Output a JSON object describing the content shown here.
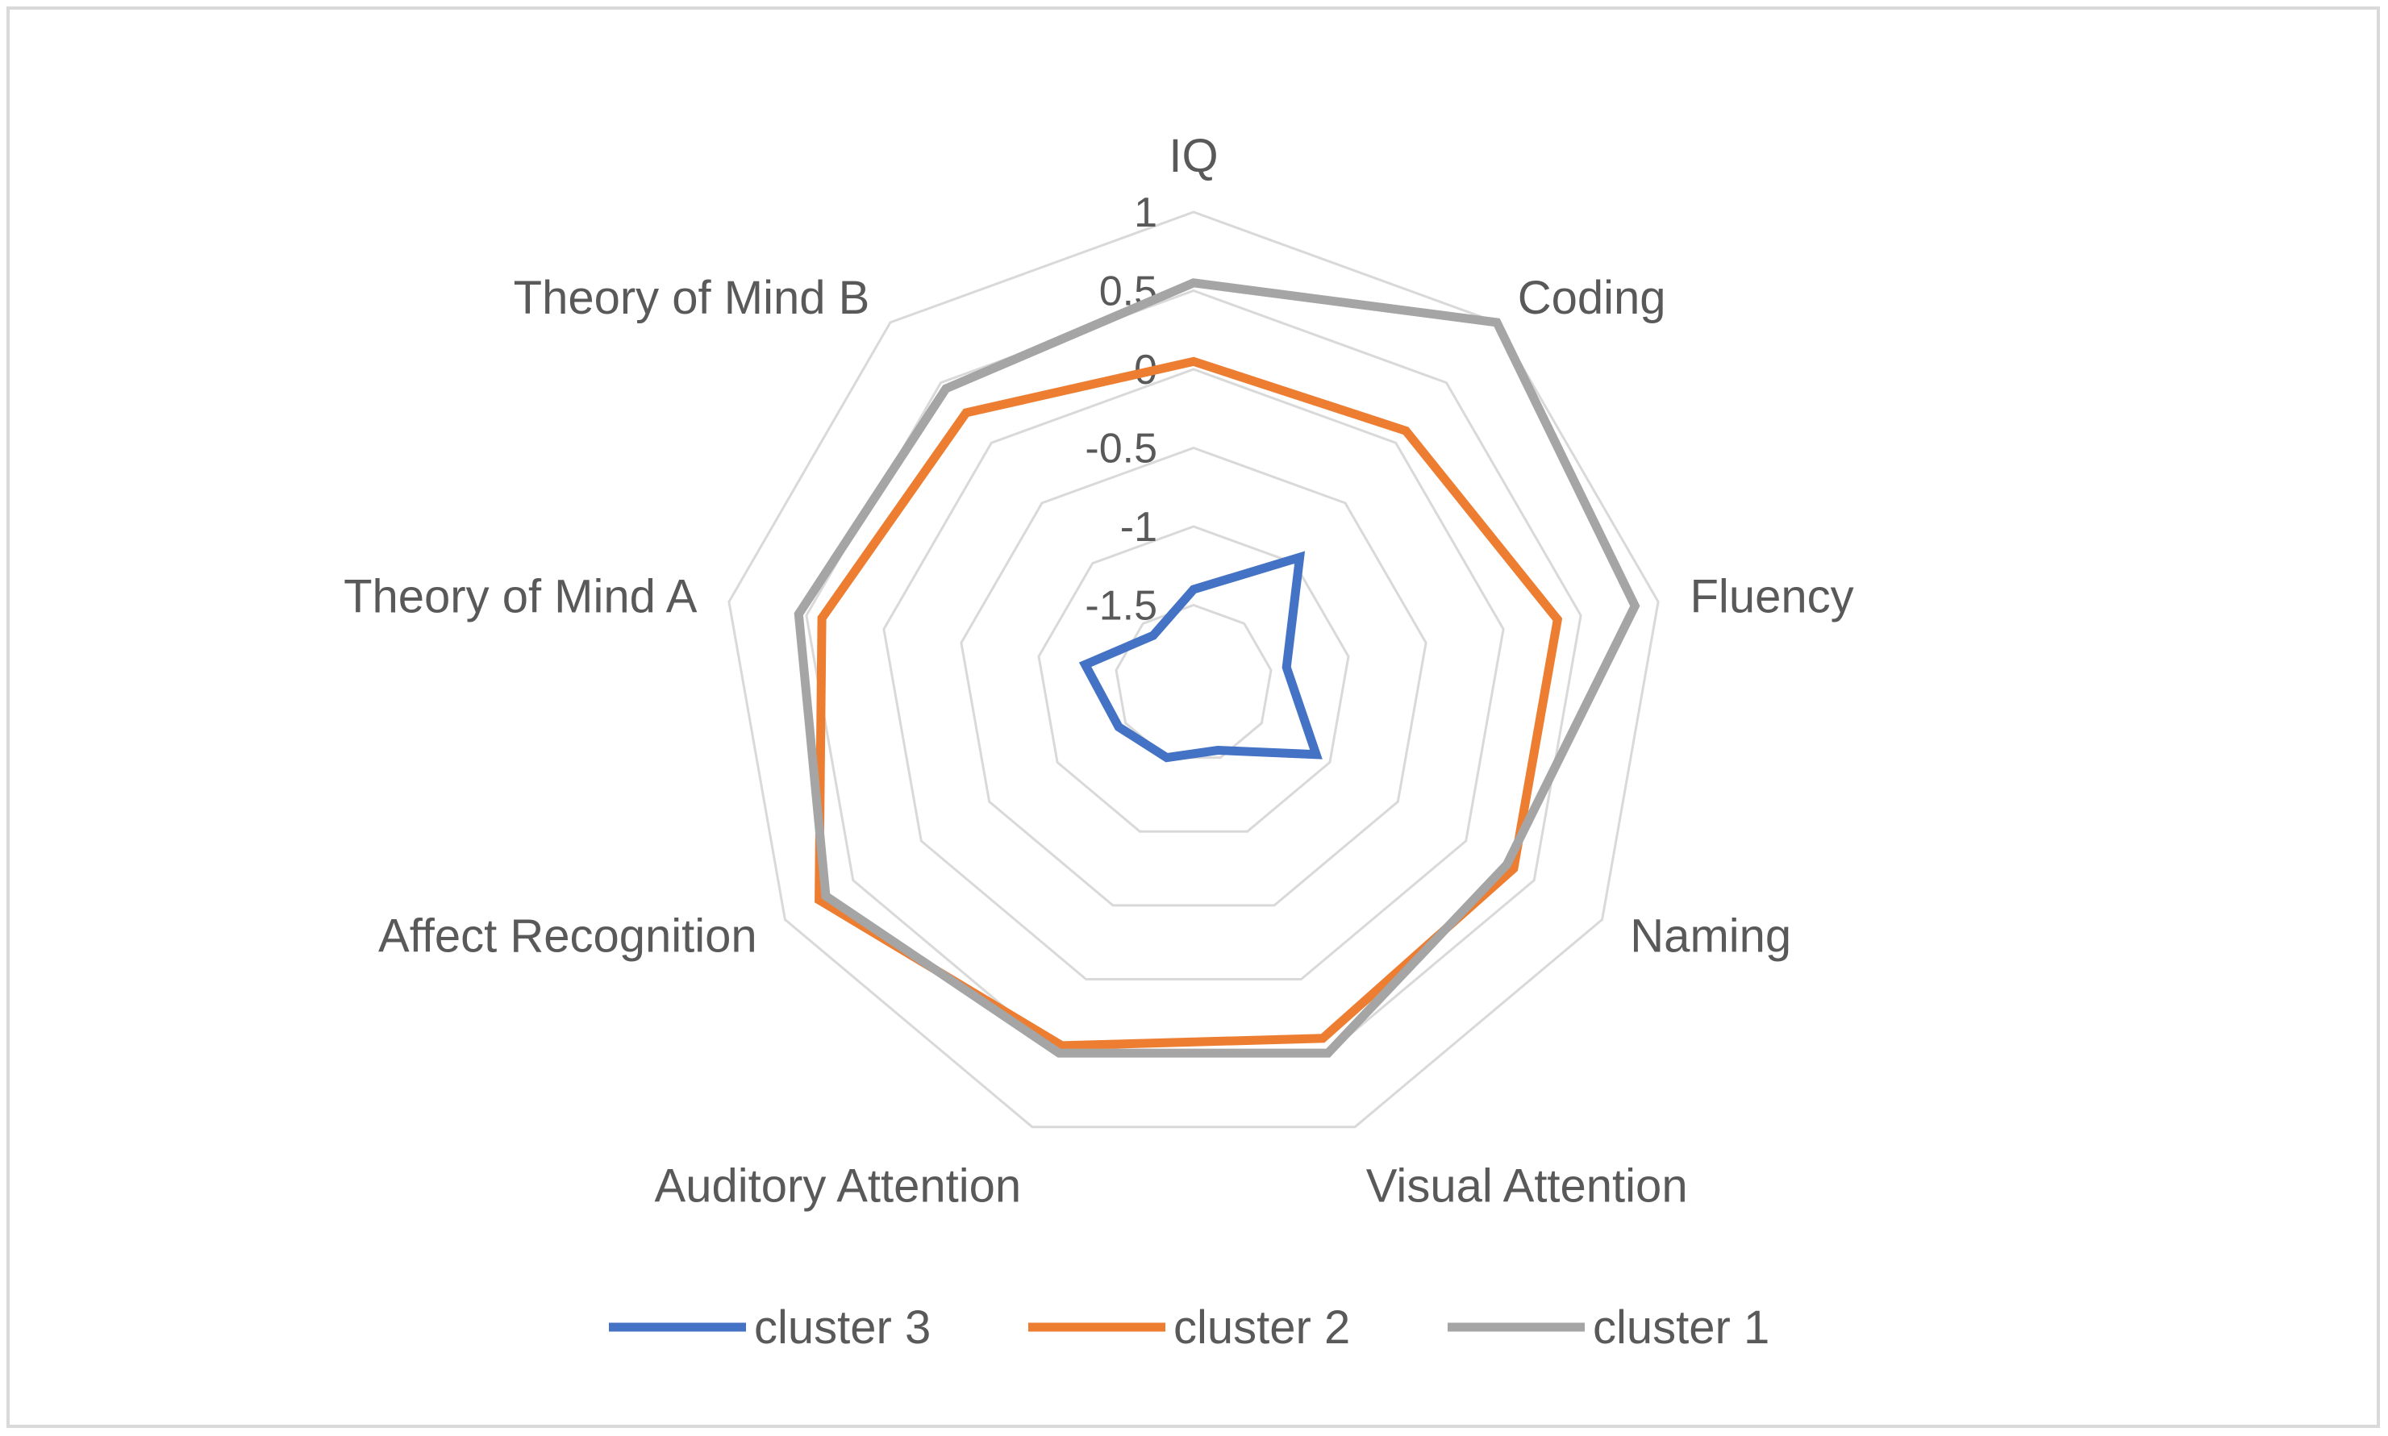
{
  "chart_data": {
    "type": "radar",
    "title": "",
    "categories": [
      "IQ",
      "Coding",
      "Fluency",
      "Naming",
      "Visual Attention",
      "Auditory Attention",
      "Affect Recognition",
      "Theory of Mind A",
      "Theory of Mind B"
    ],
    "rlim": [
      -2,
      1
    ],
    "ticks": [
      -2,
      -1.5,
      -1,
      -0.5,
      0,
      0.5,
      1
    ],
    "tick_labels": [
      "",
      "-1.5",
      "-1",
      "-0.5",
      "0",
      "0.5",
      "1"
    ],
    "grid": true,
    "legend_position": "bottom",
    "series": [
      {
        "name": "cluster 3",
        "color": "#4472c4",
        "values": [
          -1.4,
          -0.95,
          -1.4,
          -1.1,
          -1.55,
          -1.5,
          -1.45,
          -1.3,
          -1.6
        ]
      },
      {
        "name": "cluster 2",
        "color": "#ed7d31",
        "values": [
          0.05,
          0.1,
          0.35,
          0.35,
          0.4,
          0.45,
          0.75,
          0.4,
          0.25
        ]
      },
      {
        "name": "cluster 1",
        "color": "#a5a5a5",
        "values": [
          0.55,
          1.0,
          0.85,
          0.3,
          0.5,
          0.5,
          0.7,
          0.55,
          0.45
        ]
      }
    ]
  }
}
